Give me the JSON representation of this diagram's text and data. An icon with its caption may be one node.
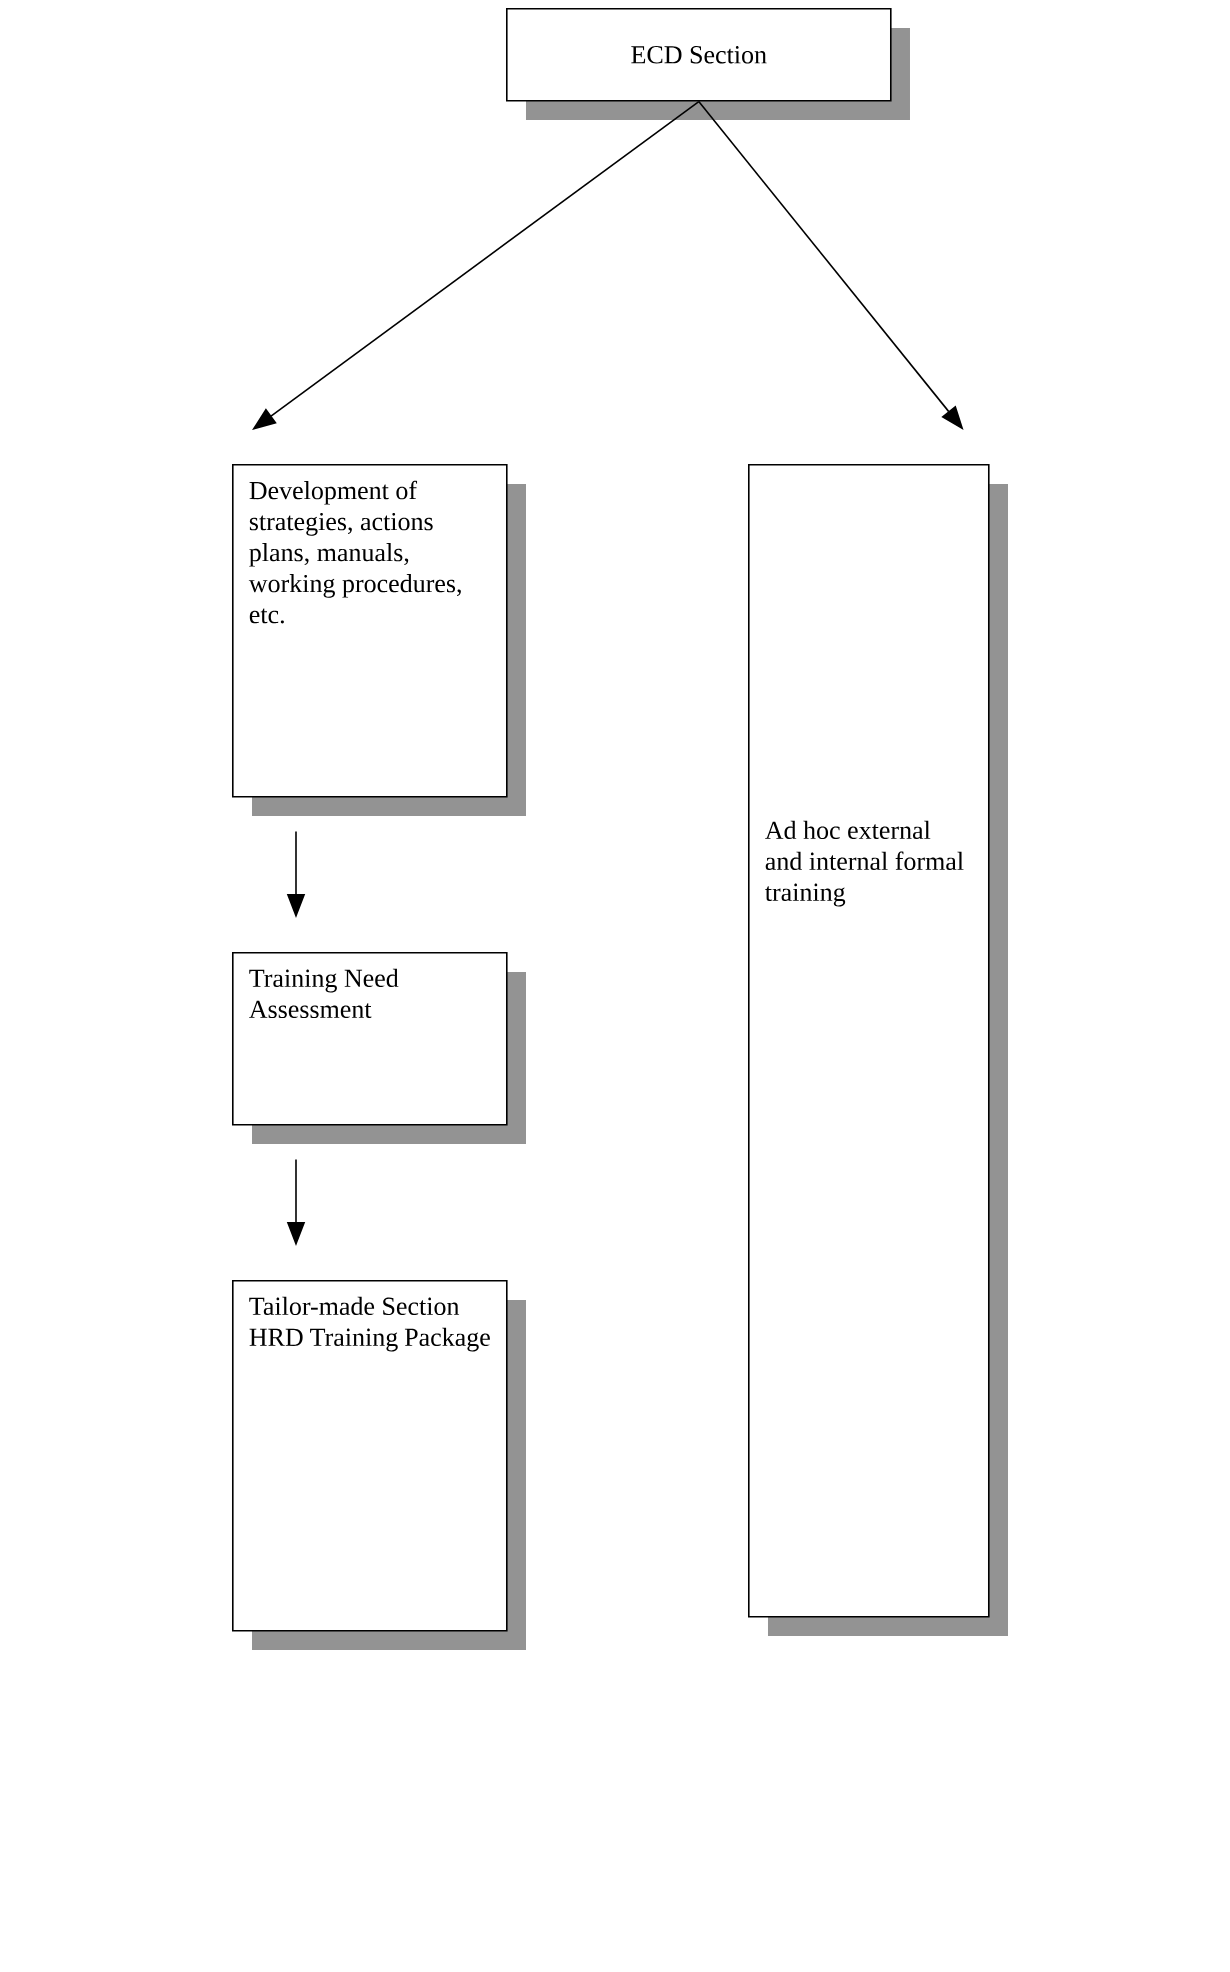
{
  "diagram": {
    "nodes": [
      {
        "text": [
          "ECD Section"
        ]
      },
      {
        "text": [
          "Development of strategies, actions plans, manuals, working procedures, etc."
        ]
      },
      {
        "text": [
          "Training Need Assessment"
        ]
      },
      {
        "text": [
          "Tailor-made Section HRD Training Package"
        ]
      },
      {
        "text": [
          "Ad hoc external and internal formal training"
        ]
      }
    ],
    "edges": [
      {
        "from": 0,
        "to": 1,
        "arrow": "to"
      },
      {
        "from": 0,
        "to": 4,
        "arrow": "to"
      },
      {
        "from": 1,
        "to": 2,
        "arrow": "to"
      },
      {
        "from": 2,
        "to": 3,
        "arrow": "to"
      }
    ]
  }
}
